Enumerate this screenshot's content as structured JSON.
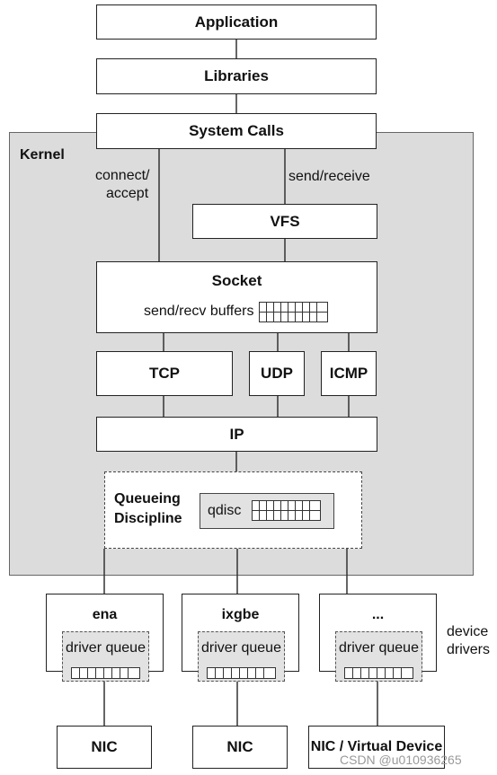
{
  "layers": {
    "application": "Application",
    "libraries": "Libraries",
    "system_calls": "System Calls"
  },
  "kernel": {
    "label": "Kernel",
    "connect_accept": [
      "connect/",
      "accept"
    ],
    "send_receive": "send/receive",
    "vfs": "VFS",
    "socket": {
      "title": "Socket",
      "buffers": "send/recv buffers"
    },
    "protocols": [
      "TCP",
      "UDP",
      "ICMP"
    ],
    "ip": "IP",
    "qdisc": {
      "title": [
        "Queueing",
        "Discipline"
      ],
      "label": "qdisc"
    }
  },
  "drivers": {
    "label": [
      "device",
      "drivers"
    ],
    "items": [
      {
        "name": "ena",
        "queue": "driver queue",
        "nic": "NIC"
      },
      {
        "name": "ixgbe",
        "queue": "driver queue",
        "nic": "NIC"
      },
      {
        "name": "...",
        "queue": "driver queue",
        "nic": "NIC / Virtual Device"
      }
    ]
  },
  "watermark": "CSDN @u010936265"
}
